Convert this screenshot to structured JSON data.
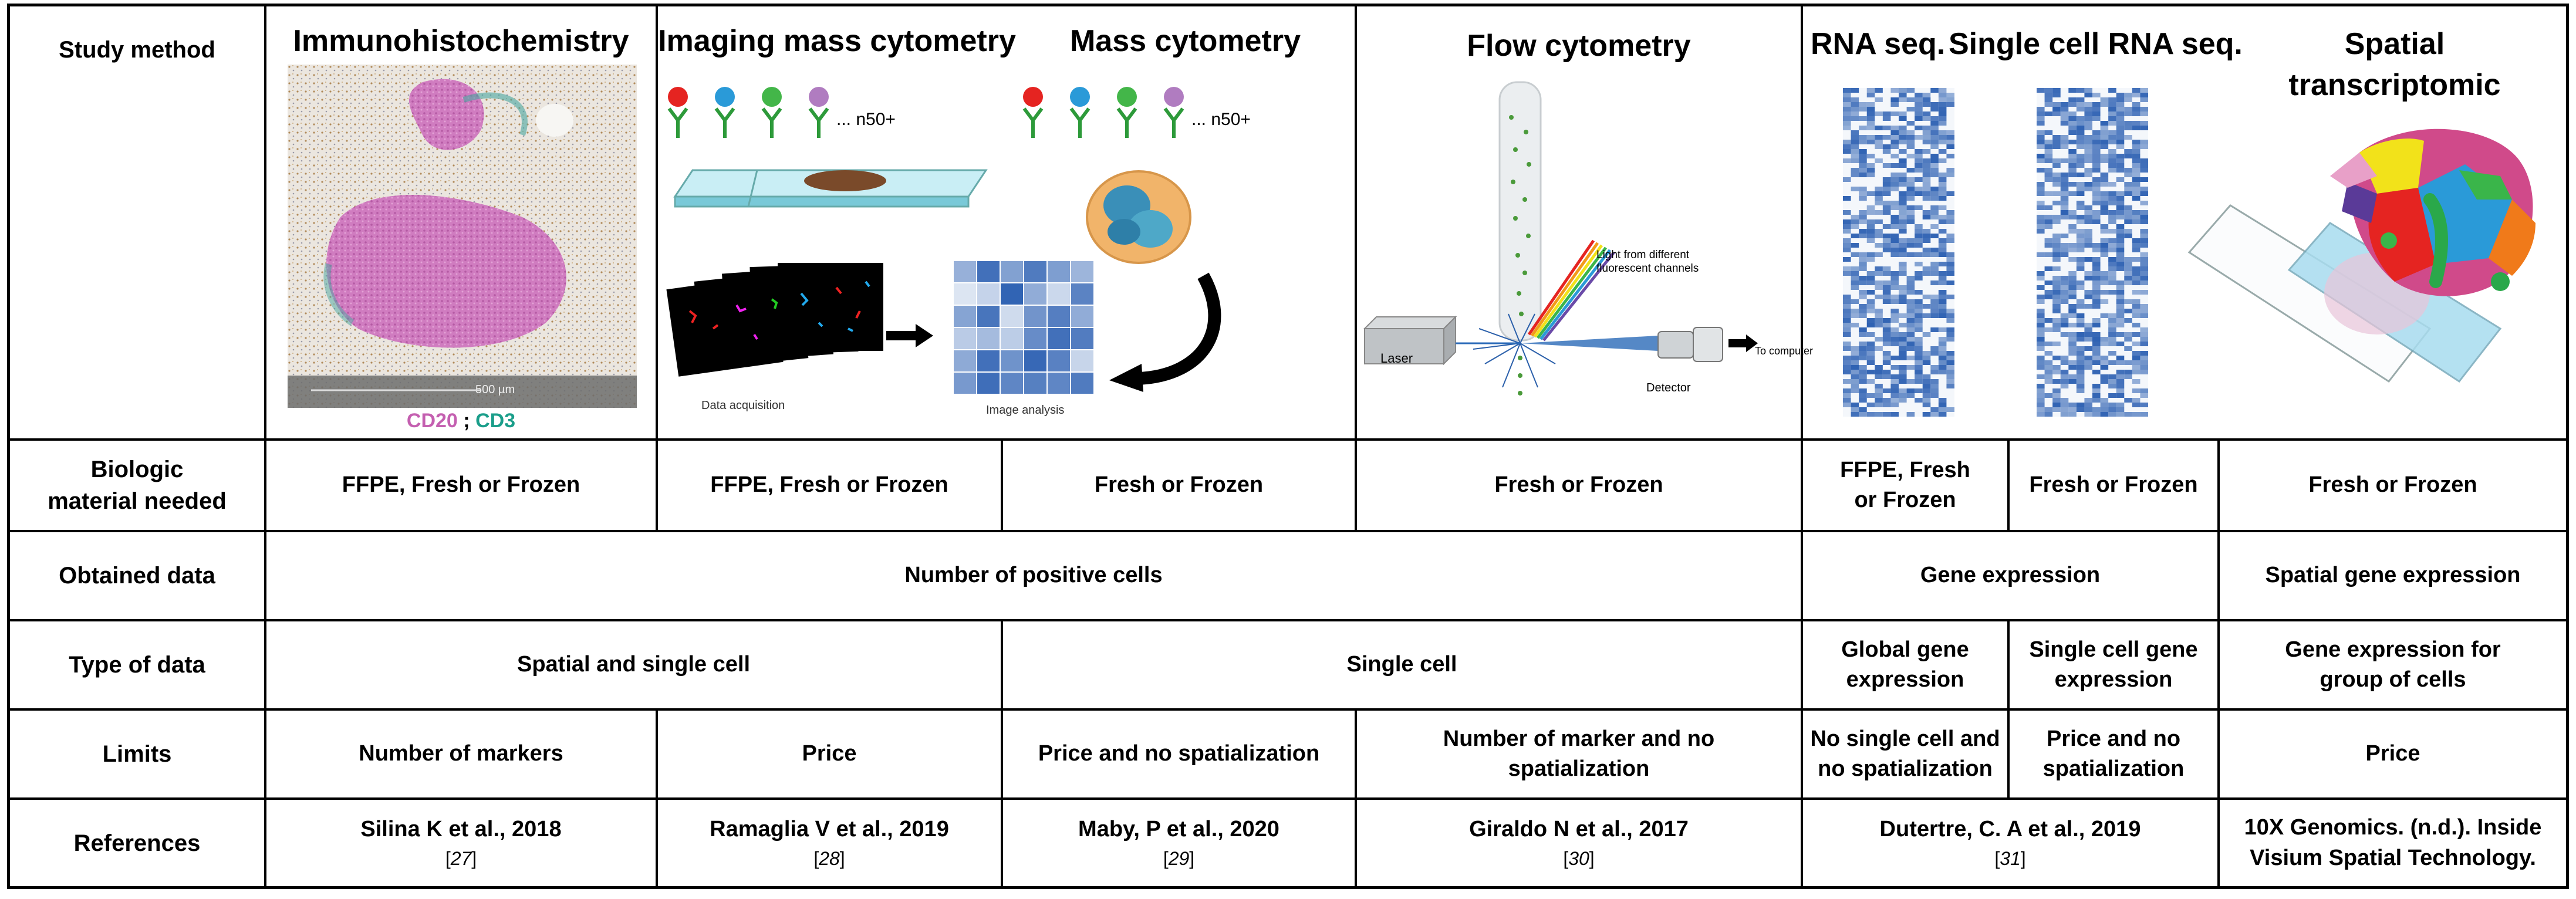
{
  "row_labels": {
    "study_method": "Study method",
    "biologic_material": "Biologic material needed",
    "obtained_data": "Obtained data",
    "type_of_data": "Type of data",
    "limits": "Limits",
    "references": "References"
  },
  "methods": {
    "ihc": "Immunohistochemistry",
    "imc": "Imaging mass cytometry",
    "mc": "Mass cytometry",
    "flow": "Flow cytometry",
    "rna": "RNA seq.",
    "scrna": "Single cell RNA seq.",
    "spatial": "Spatial transcriptomic"
  },
  "figure_text": {
    "cd20": "CD20",
    "sep": ";",
    "cd3": "CD3",
    "scale_bar": "500 µm",
    "n50_imc": "... n50+",
    "n50_mc": "... n50+",
    "data_acquisition": "Data acquisition",
    "image_analysis": "Image analysis",
    "light_from": "Light from different",
    "fluorescent_channels": "fluorescent channels",
    "laser": "Laser",
    "detector": "Detector",
    "to_computer": "To computer"
  },
  "biologic_material": {
    "ihc_imc": "FFPE, Fresh or Frozen",
    "imc": "FFPE, Fresh or Frozen",
    "mc": "Fresh or Frozen",
    "flow": "Fresh or Frozen",
    "rna": "FFPE, Fresh or Frozen",
    "scrna": "Fresh or Frozen",
    "spatial": "Fresh or Frozen"
  },
  "obtained_data": {
    "cells": "Number of positive cells",
    "gene": "Gene expression",
    "spatial": "Spatial gene expression"
  },
  "type_of_data": {
    "spatial_single": "Spatial and single cell",
    "single": "Single cell",
    "global": "Global gene expression",
    "single_gene": "Single cell gene expression",
    "group": "Gene expression for group of cells"
  },
  "limits": {
    "ihc": "Number of markers",
    "imc": "Price",
    "mc": "Price and no spatialization",
    "flow": "Number of marker and no spatialization",
    "rna": "No single cell and no spatialization",
    "scrna": "Price and no spatialization",
    "spatial": "Price"
  },
  "references": {
    "ihc": {
      "text": "Silina K et al., 2018",
      "cite": "27"
    },
    "imc": {
      "text": "Ramaglia V et al., 2019",
      "cite": "28"
    },
    "mc": {
      "text": "Maby, P et al., 2020",
      "cite": "29"
    },
    "flow": {
      "text": "Giraldo N et al., 2017",
      "cite": "30"
    },
    "rna": {
      "text": "Dutertre, C. A et al., 2019",
      "cite": "31"
    },
    "spatial": {
      "text": "10X Genomics. (n.d.). Inside Visium Spatial Technology."
    }
  },
  "colors": {
    "cd20": "#c45fb0",
    "cd3": "#1a9e8a",
    "heatmap": "#2f62b3",
    "slide": "#7fd0e0"
  }
}
